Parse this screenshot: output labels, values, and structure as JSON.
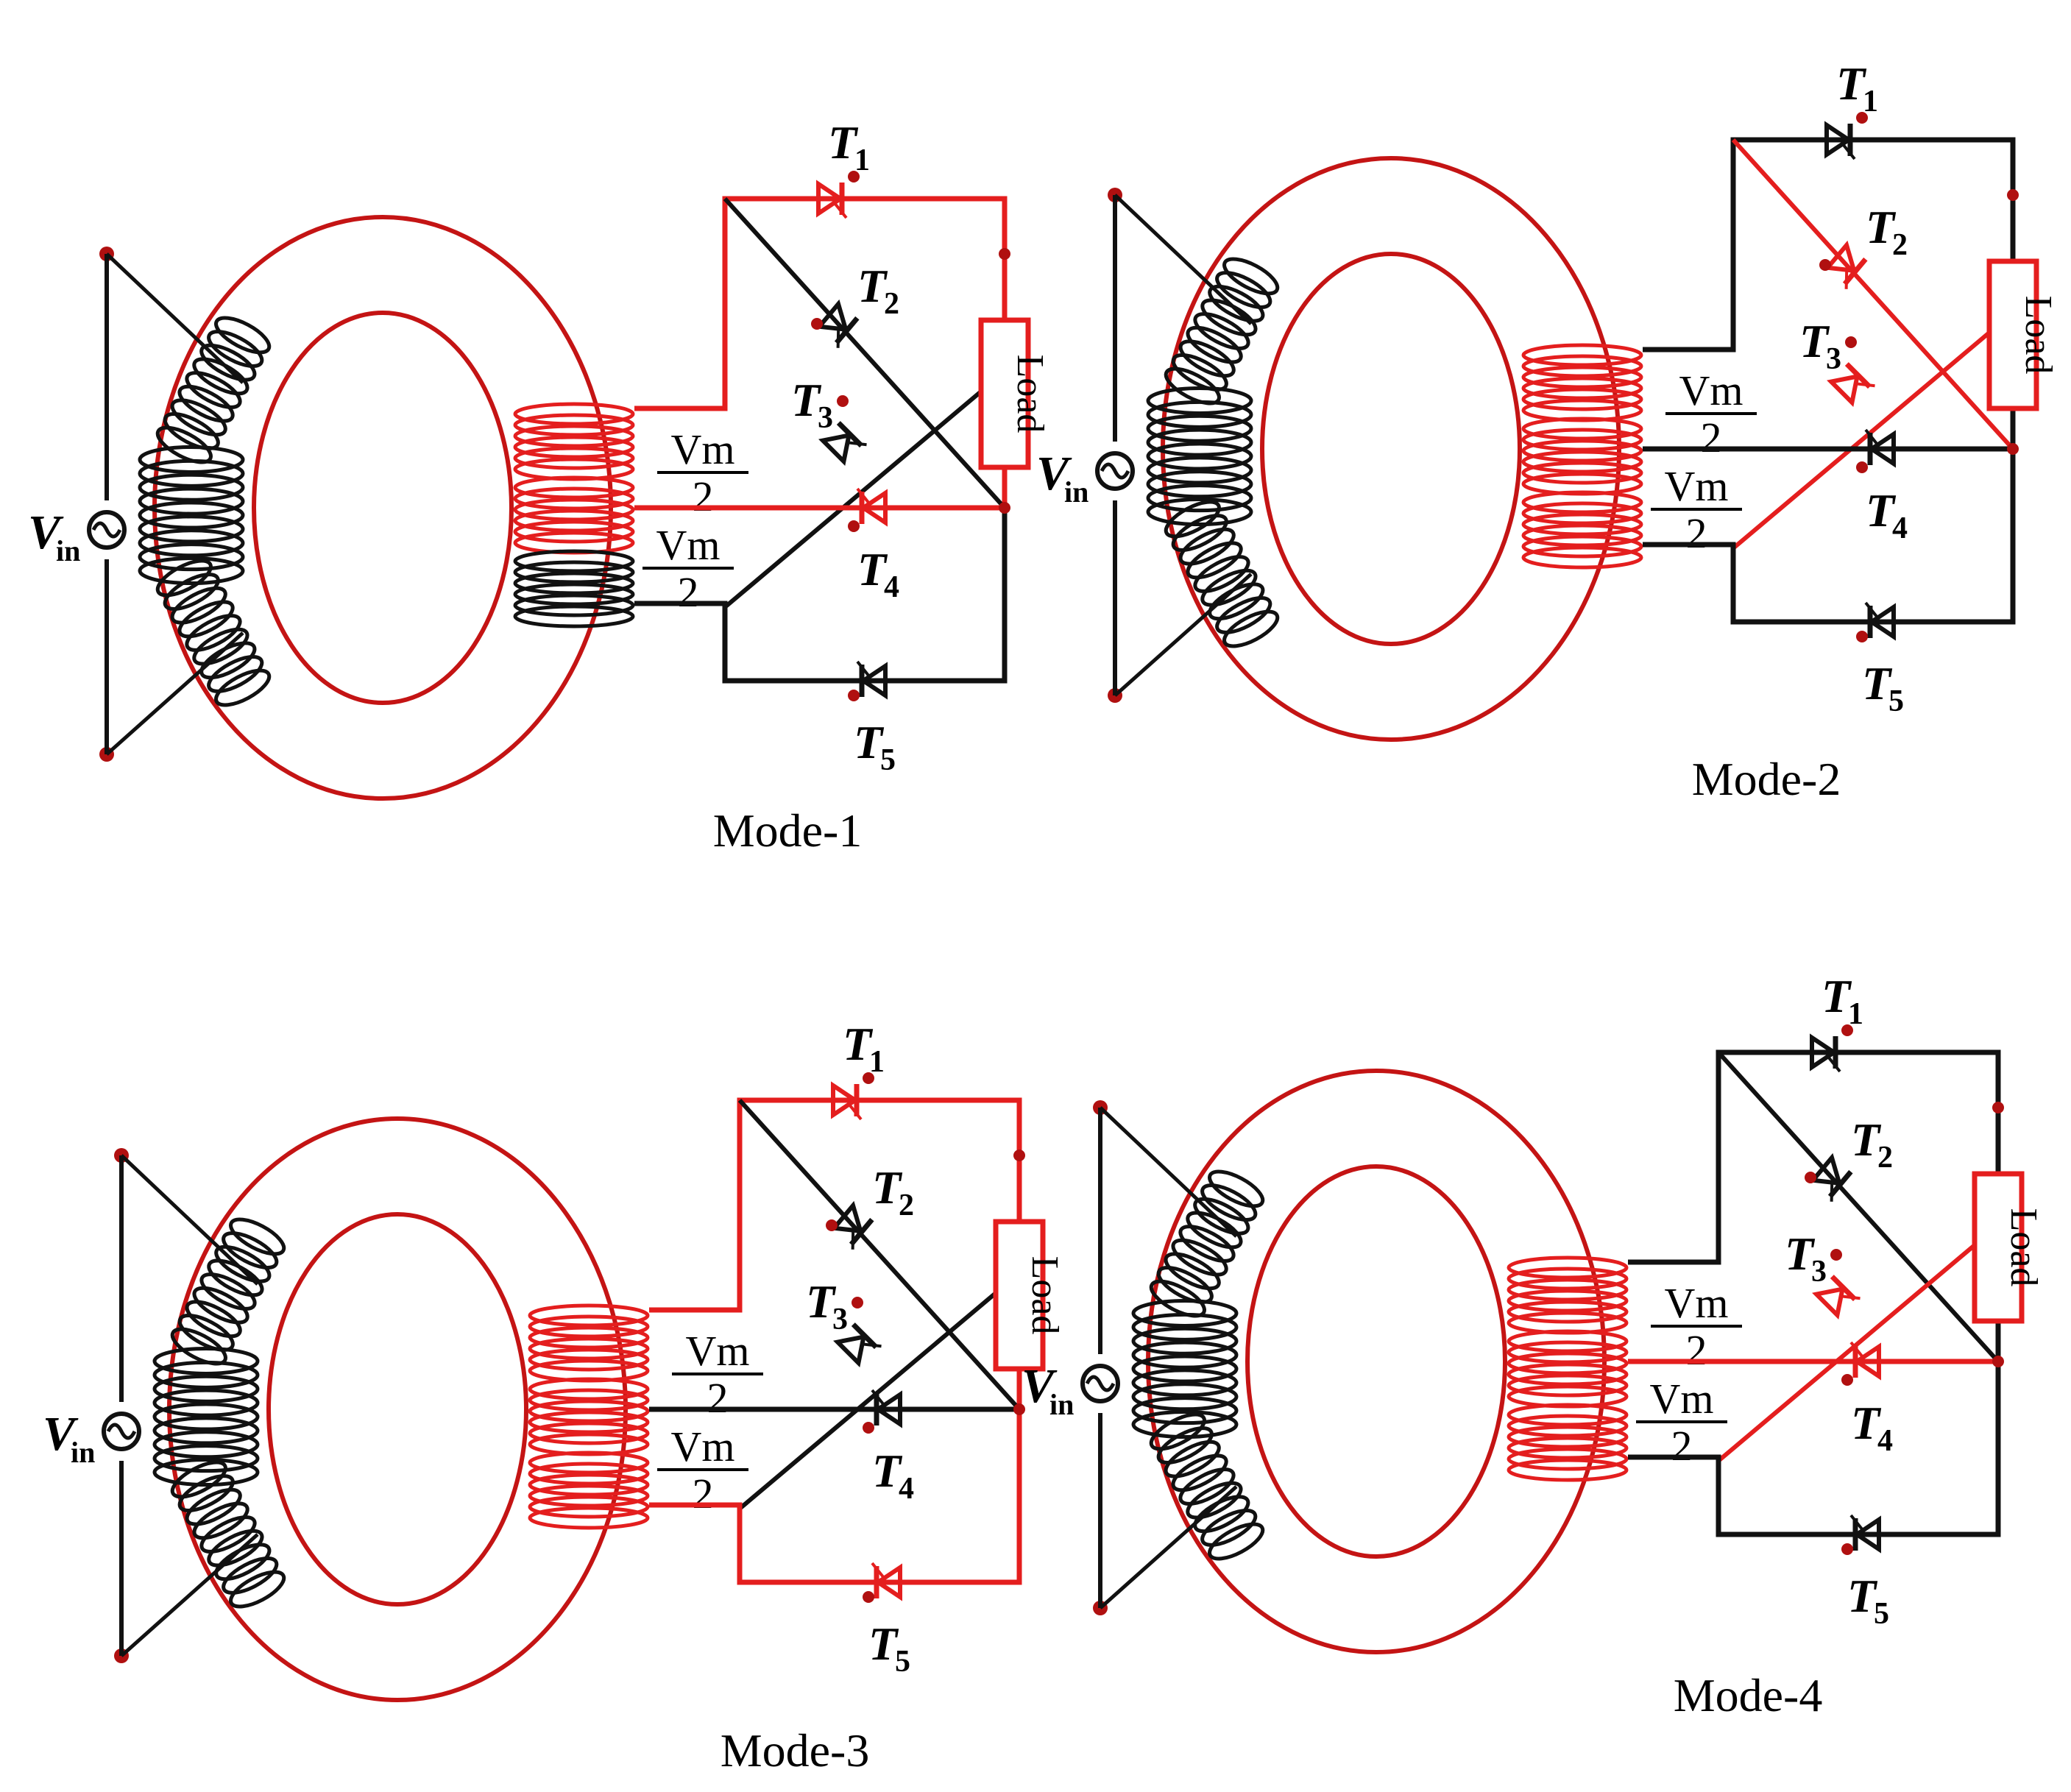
{
  "colors": {
    "active": "#e41e1e",
    "core": "#c41414",
    "inactive": "#111111",
    "node": "#b01010"
  },
  "labels": {
    "source_main": "V",
    "source_sub": "in",
    "thyristor_main": "T",
    "load": "Load",
    "frac_num": "Vm",
    "frac_den": "2"
  },
  "panels": [
    {
      "title": "Mode-1",
      "thyristors": [
        {
          "sub": "1",
          "state": "on"
        },
        {
          "sub": "2",
          "state": "off"
        },
        {
          "sub": "3",
          "state": "off"
        },
        {
          "sub": "4",
          "state": "on"
        },
        {
          "sub": "5",
          "state": "off"
        }
      ]
    },
    {
      "title": "Mode-2",
      "thyristors": [
        {
          "sub": "1",
          "state": "off"
        },
        {
          "sub": "2",
          "state": "on"
        },
        {
          "sub": "3",
          "state": "on"
        },
        {
          "sub": "4",
          "state": "off"
        },
        {
          "sub": "5",
          "state": "off"
        }
      ]
    },
    {
      "title": "Mode-3",
      "thyristors": [
        {
          "sub": "1",
          "state": "on"
        },
        {
          "sub": "2",
          "state": "off"
        },
        {
          "sub": "3",
          "state": "off"
        },
        {
          "sub": "4",
          "state": "off"
        },
        {
          "sub": "5",
          "state": "on"
        }
      ]
    },
    {
      "title": "Mode-4",
      "thyristors": [
        {
          "sub": "1",
          "state": "off"
        },
        {
          "sub": "2",
          "state": "off"
        },
        {
          "sub": "3",
          "state": "on"
        },
        {
          "sub": "4",
          "state": "on"
        },
        {
          "sub": "5",
          "state": "off"
        }
      ]
    }
  ]
}
